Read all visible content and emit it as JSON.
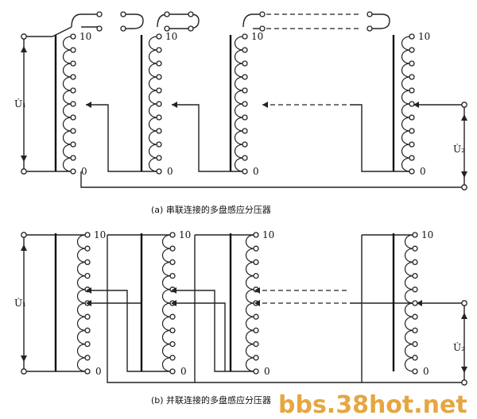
{
  "caption_a": "(a)  串联连接的多盘感应分压器",
  "caption_b": "(b)  并联连接的多盘感应分压器",
  "tap_top": "10",
  "tap_bottom": "0",
  "input_voltage": "U̇₁",
  "output_voltage": "U̇₂",
  "watermark": "bbs.38hot.net",
  "colors": {
    "line": "#222222",
    "watermark": "#e6a640"
  }
}
